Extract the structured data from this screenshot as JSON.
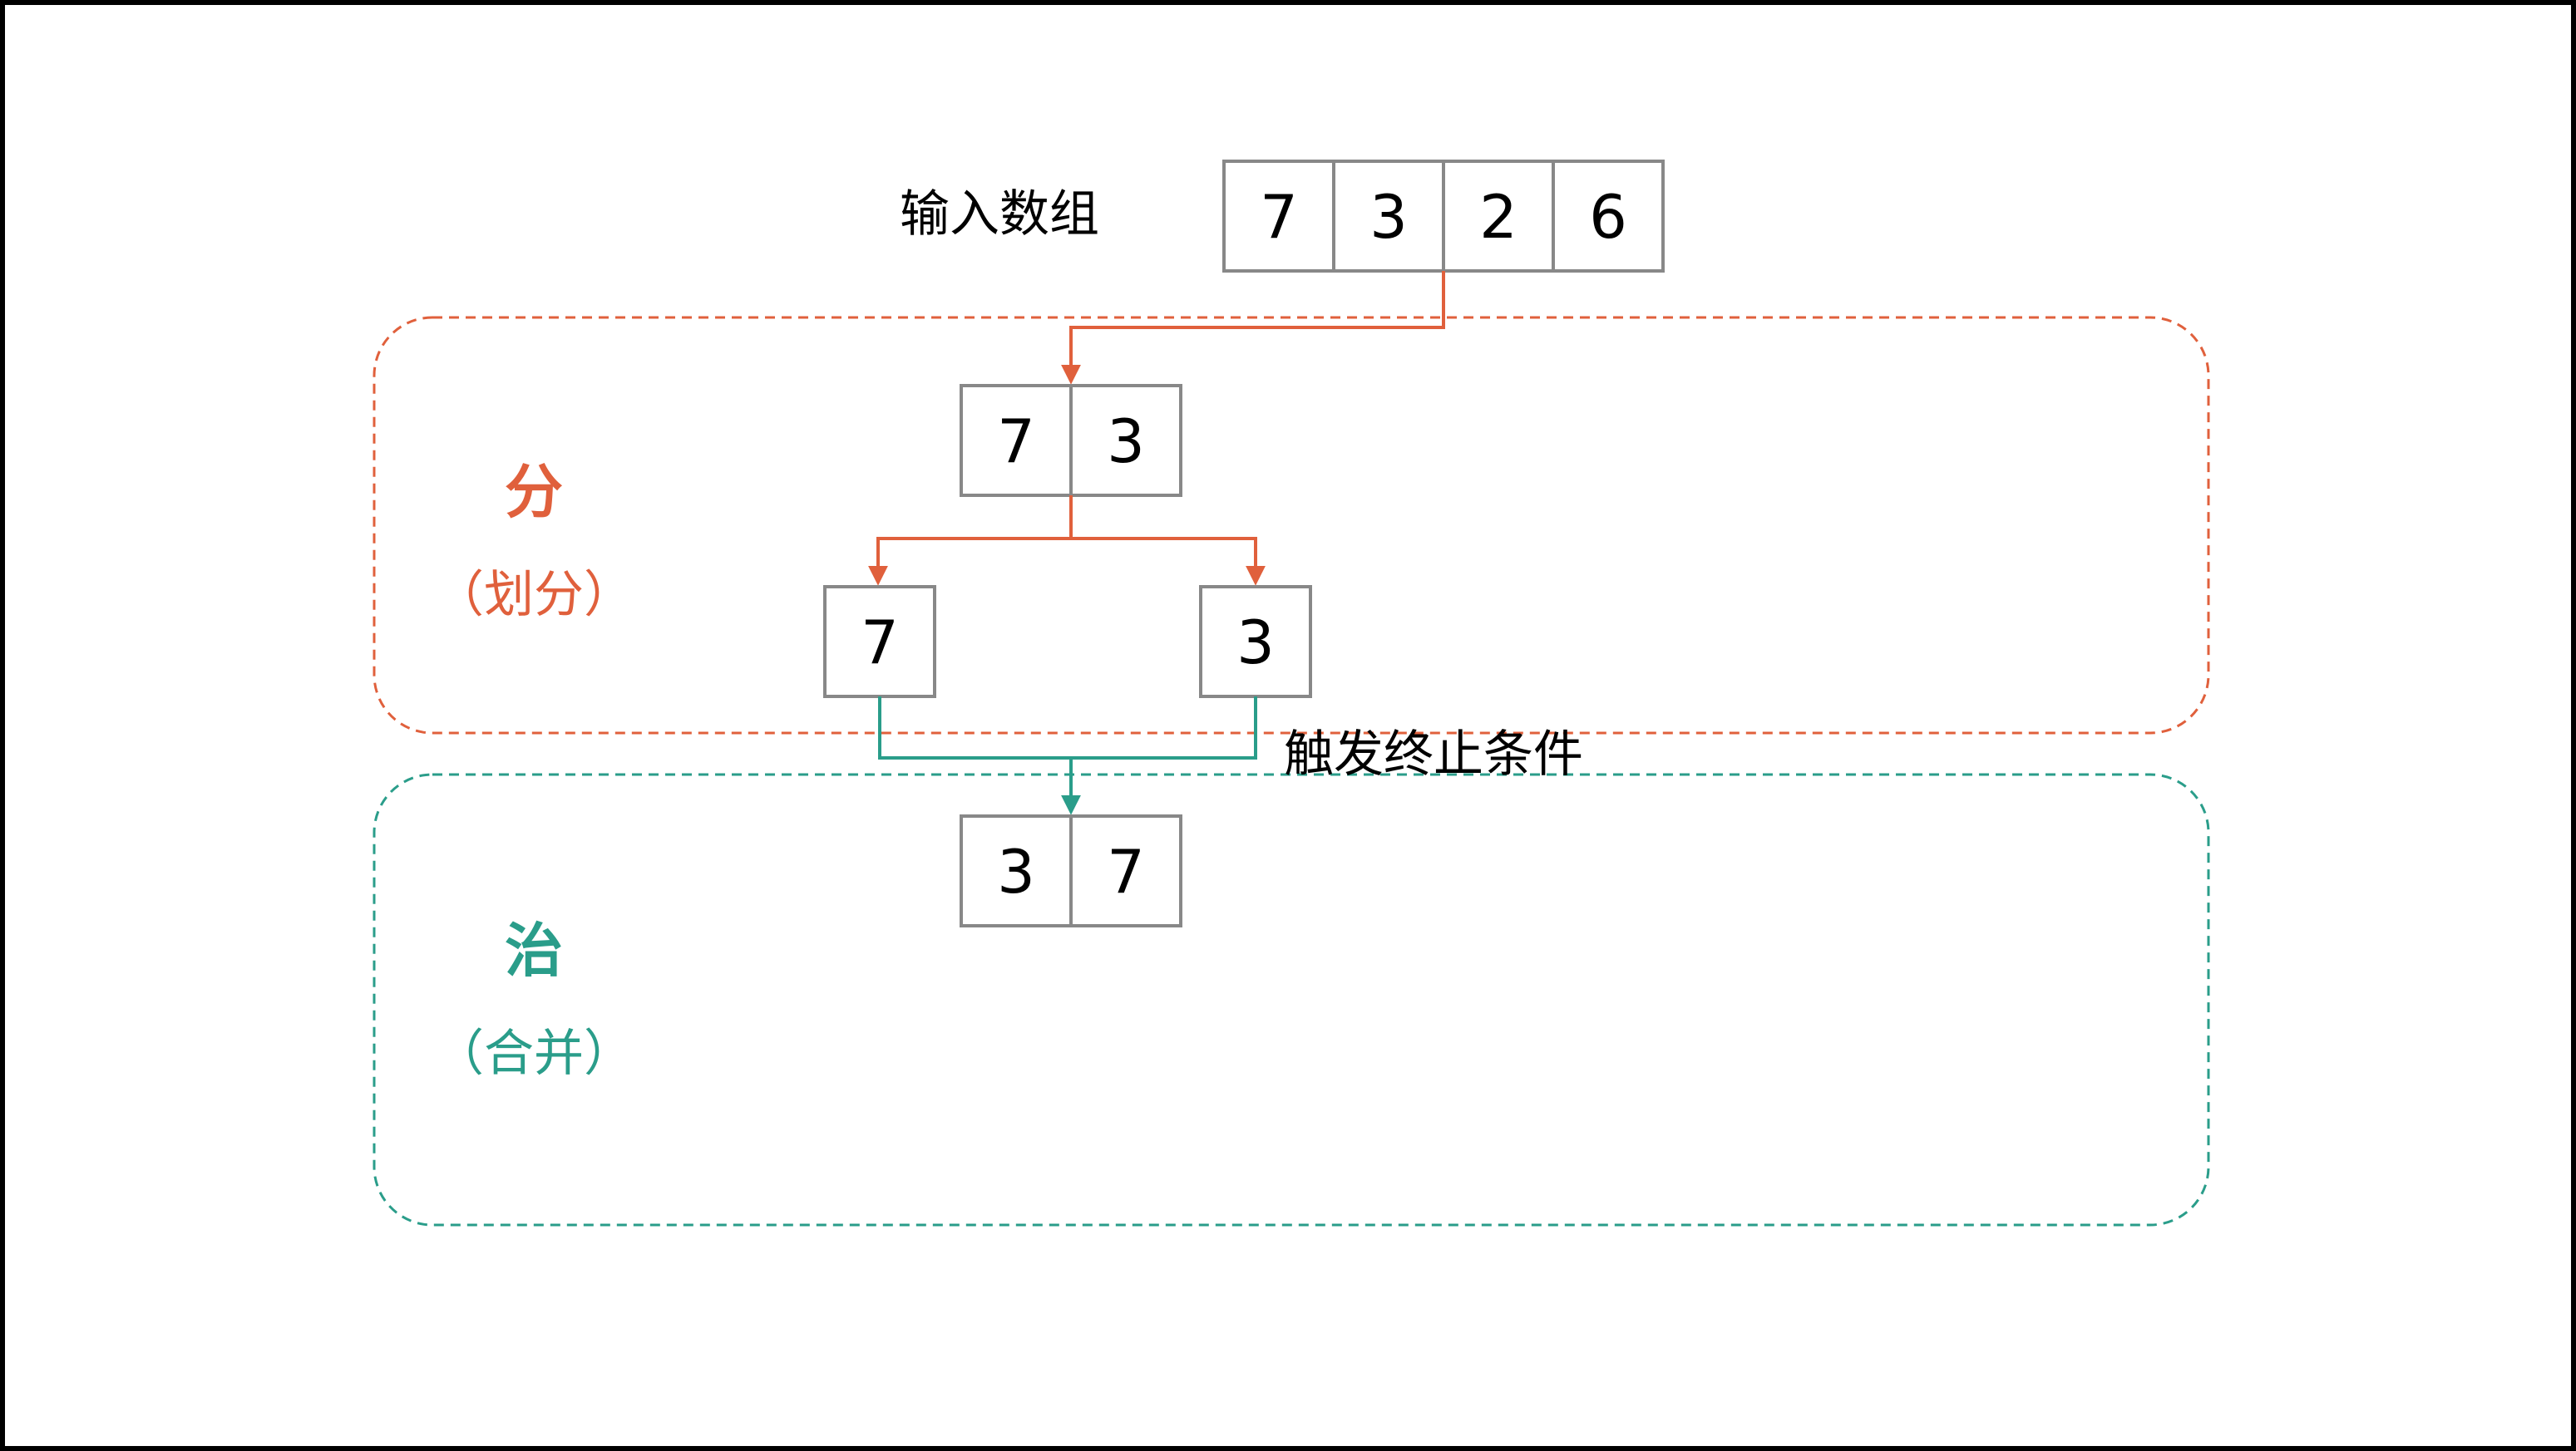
{
  "input_label": "输入数组",
  "input_array": [
    "7",
    "3",
    "2",
    "6"
  ],
  "divide_section": {
    "title": "分",
    "subtitle": "（划分）",
    "color": "#e0603c",
    "subarray": [
      "7",
      "3"
    ],
    "leaves": [
      "7",
      "3"
    ]
  },
  "terminate_label": "触发终止条件",
  "conquer_section": {
    "title": "治",
    "subtitle": "（合并）",
    "color": "#2a9d8a",
    "merged": [
      "3",
      "7"
    ]
  },
  "cell_border_color": "#888888"
}
